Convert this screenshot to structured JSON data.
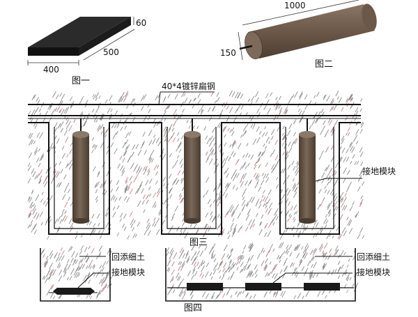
{
  "fig1": {
    "caption": "图一",
    "dim_width": "400",
    "dim_length": "500",
    "dim_height": "60"
  },
  "fig2": {
    "caption": "图二",
    "dim_length": "1000",
    "dim_diameter": "150"
  },
  "fig3": {
    "caption": "图三",
    "steel_label": "40*4镀锌扁钢",
    "module_label": "接地模块"
  },
  "fig4": {
    "caption": "图四",
    "left_backfill_label": "回添细土",
    "left_module_label": "接地模块",
    "right_backfill_label": "回添细土",
    "right_module_label": "接地模块"
  },
  "colors": {
    "module_dark": "#1a1a1a",
    "rod_brown": "#6b5a4a",
    "soil_dash_gray": "#8a8a8a",
    "soil_dash_red": "#d08080",
    "wire": "#111111"
  }
}
